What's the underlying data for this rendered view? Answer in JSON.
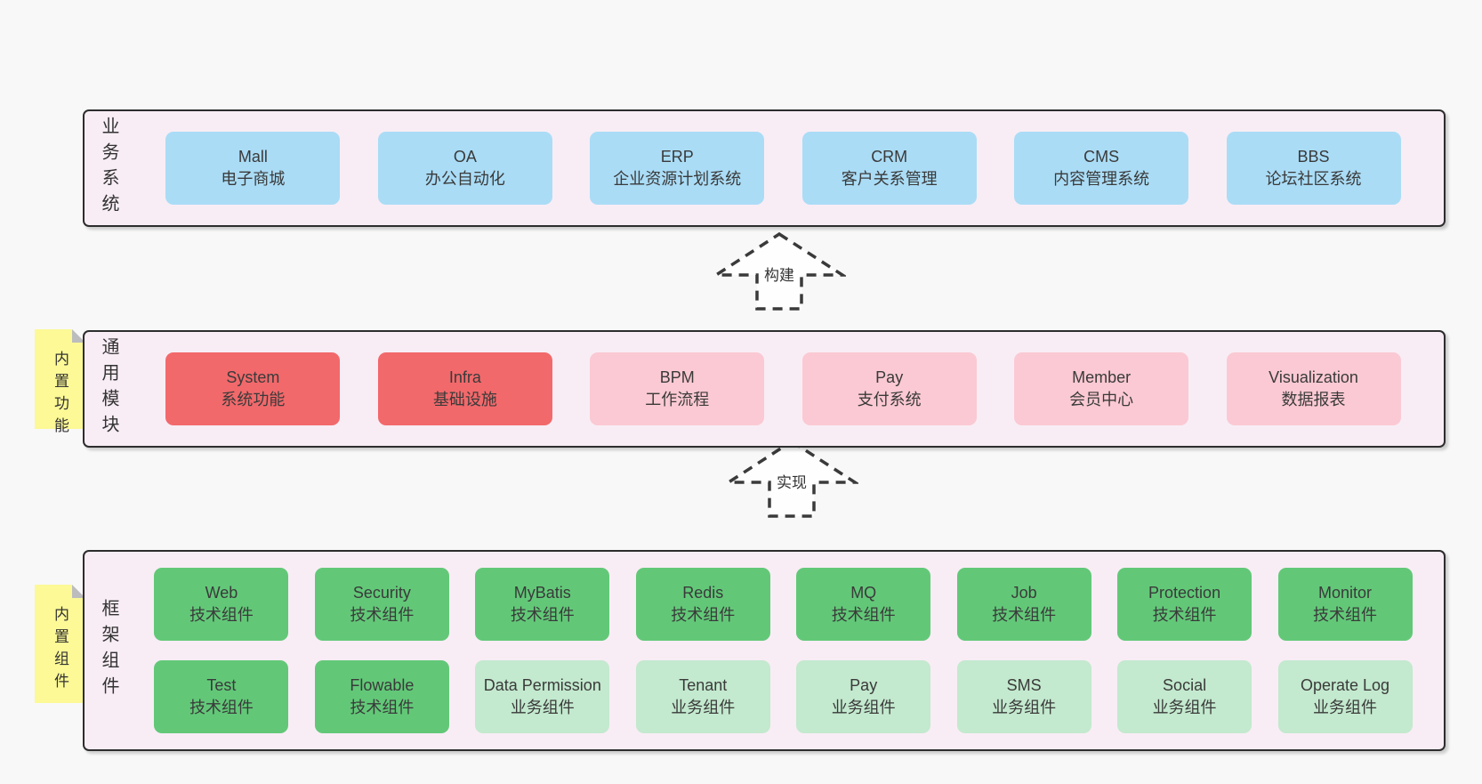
{
  "colors": {
    "page-bg": "#f8f8f8",
    "panel": "#f8edf5",
    "blue": "#aadcf6",
    "red": "#f2696b",
    "pink": "#fbc9d3",
    "green": "#62c878",
    "lightgreen": "#c3e9ce",
    "note": "#fcf996",
    "note-fold": "#bcbcbe",
    "ink": "#333333"
  },
  "notes": [
    {
      "text": "内置功能"
    },
    {
      "text": "内置组件"
    }
  ],
  "arrows": [
    {
      "label": "构建"
    },
    {
      "label": "实现"
    }
  ],
  "layers": {
    "business": {
      "label": "业务系统",
      "boxes": [
        {
          "name": "Mall",
          "subtitle": "电子商城"
        },
        {
          "name": "OA",
          "subtitle": "办公自动化"
        },
        {
          "name": "ERP",
          "subtitle": "企业资源计划系统"
        },
        {
          "name": "CRM",
          "subtitle": "客户关系管理"
        },
        {
          "name": "CMS",
          "subtitle": "内容管理系统"
        },
        {
          "name": "BBS",
          "subtitle": "论坛社区系统"
        }
      ]
    },
    "modules": {
      "label": "通用模块",
      "boxes": [
        {
          "name": "System",
          "subtitle": "系统功能"
        },
        {
          "name": "Infra",
          "subtitle": "基础设施"
        },
        {
          "name": "BPM",
          "subtitle": "工作流程"
        },
        {
          "name": "Pay",
          "subtitle": "支付系统"
        },
        {
          "name": "Member",
          "subtitle": "会员中心"
        },
        {
          "name": "Visualization",
          "subtitle": "数据报表"
        }
      ]
    },
    "components": {
      "label": "框架组件",
      "row1": [
        {
          "name": "Web",
          "subtitle": "技术组件"
        },
        {
          "name": "Security",
          "subtitle": "技术组件"
        },
        {
          "name": "MyBatis",
          "subtitle": "技术组件"
        },
        {
          "name": "Redis",
          "subtitle": "技术组件"
        },
        {
          "name": "MQ",
          "subtitle": "技术组件"
        },
        {
          "name": "Job",
          "subtitle": "技术组件"
        },
        {
          "name": "Protection",
          "subtitle": "技术组件"
        },
        {
          "name": "Monitor",
          "subtitle": "技术组件"
        }
      ],
      "row2": [
        {
          "name": "Test",
          "subtitle": "技术组件"
        },
        {
          "name": "Flowable",
          "subtitle": "技术组件"
        },
        {
          "name": "Data Permission",
          "subtitle": "业务组件"
        },
        {
          "name": "Tenant",
          "subtitle": "业务组件"
        },
        {
          "name": "Pay",
          "subtitle": "业务组件"
        },
        {
          "name": "SMS",
          "subtitle": "业务组件"
        },
        {
          "name": "Social",
          "subtitle": "业务组件"
        },
        {
          "name": "Operate Log",
          "subtitle": "业务组件"
        }
      ]
    }
  }
}
